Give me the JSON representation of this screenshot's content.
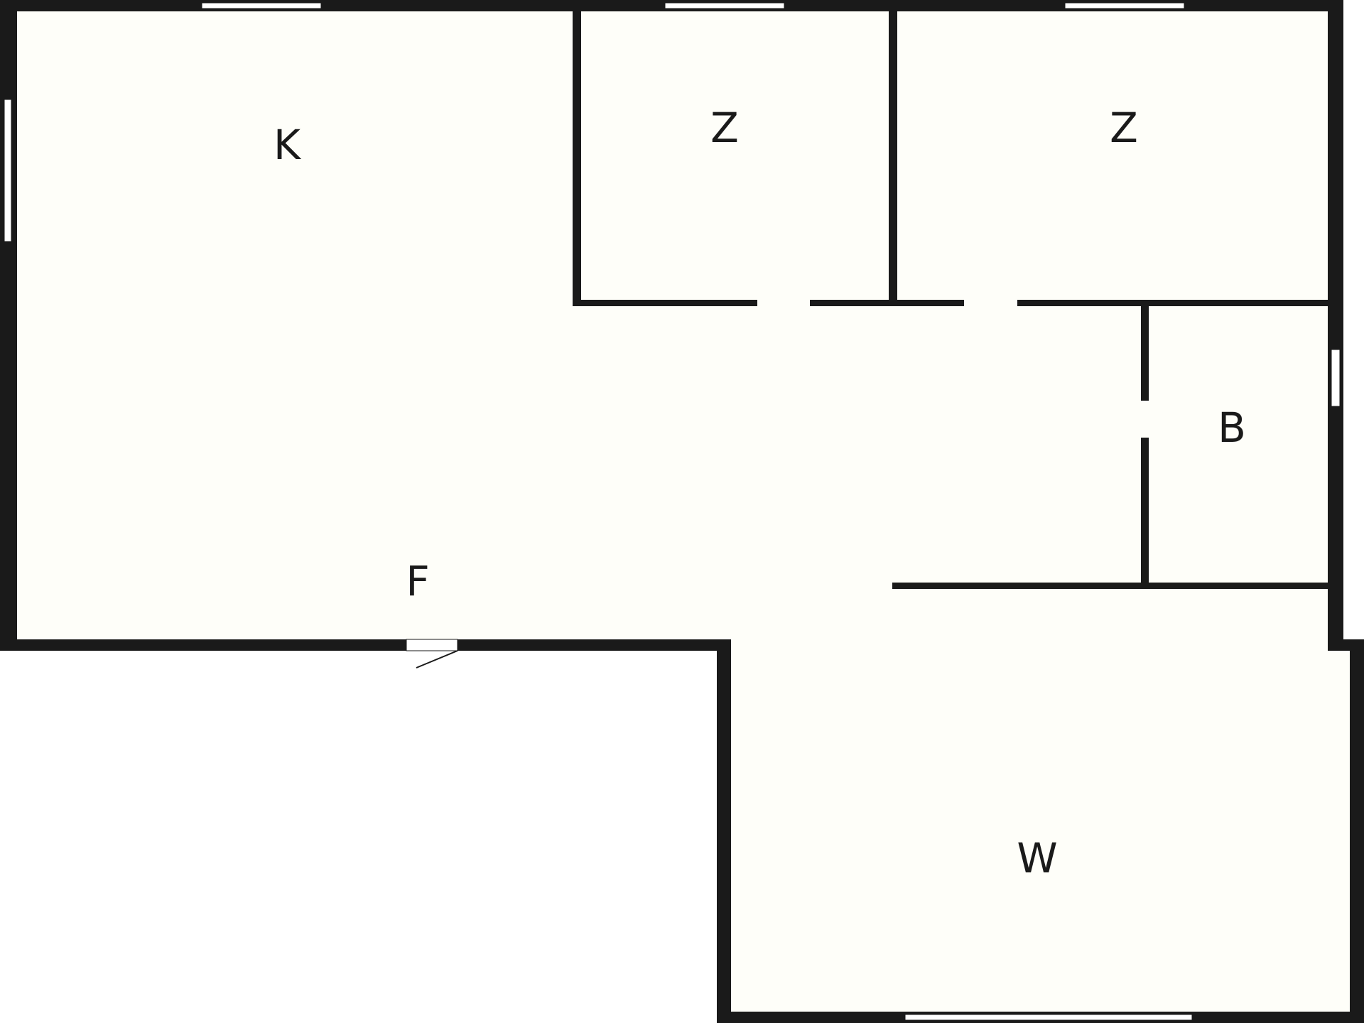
{
  "floorplan": {
    "colors": {
      "floor": "#fefef9",
      "wall": "#1a1a1a",
      "window": "#ffffff",
      "background": "#ffffff"
    },
    "rooms": {
      "k": "K",
      "z1": "Z",
      "z2": "Z",
      "b": "B",
      "f": "F",
      "w": "W"
    }
  }
}
